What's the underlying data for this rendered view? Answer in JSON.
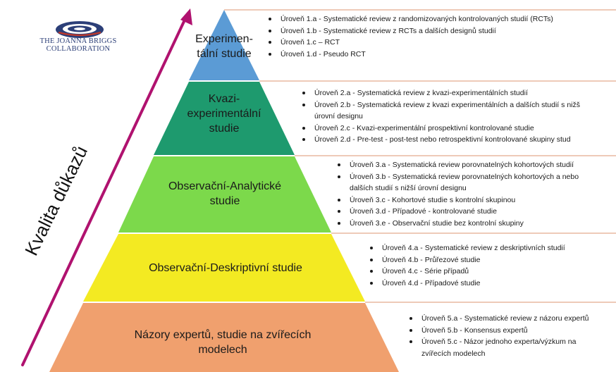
{
  "logo": {
    "line1": "THE JOANNA BRIGGS",
    "line2": "COLLABORATION"
  },
  "axis_label": "Kvalita důkazů",
  "tiers": [
    {
      "label_lines": [
        "Experimen-",
        "tální studie"
      ],
      "color": "#5b9bd5",
      "items": [
        [
          "Úroveň 1.a - Systematické review z randomizovaných kontrolovaných studií (RCTs)"
        ],
        [
          "Úroveň 1.b - Systematické review z RCTs a dalších designů studií"
        ],
        [
          "Úroveň 1.c – RCT"
        ],
        [
          "Úroveň 1.d - Pseudo RCT"
        ]
      ]
    },
    {
      "label_lines": [
        "Kvazi-",
        "experimentální",
        "studie"
      ],
      "color": "#1e9a6e",
      "items": [
        [
          "Úroveň 2.a - Systematická review z kvazi-experimentálních studií"
        ],
        [
          "Úroveň 2.b - Systematická review z kvazi experimentálních a dalších studií s nižš",
          "úrovní designu"
        ],
        [
          "Úroveň 2.c - Kvazi-experimentální prospektivní kontrolované studie"
        ],
        [
          "Úroveň 2.d - Pre-test - post-test nebo retrospektivní kontrolované skupiny stud"
        ]
      ]
    },
    {
      "label_lines": [
        "Observační-Analytické",
        "studie"
      ],
      "color": "#7cd94b",
      "items": [
        [
          "Úroveň 3.a - Systematická review porovnatelných kohortových studií"
        ],
        [
          "Úroveň 3.b - Systematická review porovnatelných kohortových a nebo",
          "dalších studií s nižší úrovní designu"
        ],
        [
          "Úroveň 3.c - Kohortové studie s kontrolní skupinou"
        ],
        [
          "Úroveň 3.d - Případové - kontrolované studie"
        ],
        [
          "Úroveň 3.e - Observační studie bez kontrolní skupiny"
        ]
      ]
    },
    {
      "label_lines": [
        "Observační-Deskriptivní studie"
      ],
      "color": "#f3ea22",
      "items": [
        [
          "Úroveň 4.a - Systematické review z deskriptivních studií"
        ],
        [
          "Úroveň 4.b - Průřezové studie"
        ],
        [
          "Úroveň 4.c - Série případů"
        ],
        [
          "Úroveň 4.d - Případové studie"
        ]
      ]
    },
    {
      "label_lines": [
        "Názory expertů, studie na zvířecích",
        "modelech"
      ],
      "color": "#f0a06e",
      "items": [
        [
          "Úroveň 5.a - Systematické review z názoru expertů"
        ],
        [
          "Úroveň 5.b - Konsensus expertů"
        ],
        [
          "Úroveň 5.c - Názor jednoho experta/výzkum na",
          "zvířecích modelech"
        ]
      ]
    }
  ],
  "colors": {
    "arrow": "#b0126f",
    "logo_blue": "#2c3f78",
    "divider": "#e8b9a0"
  }
}
